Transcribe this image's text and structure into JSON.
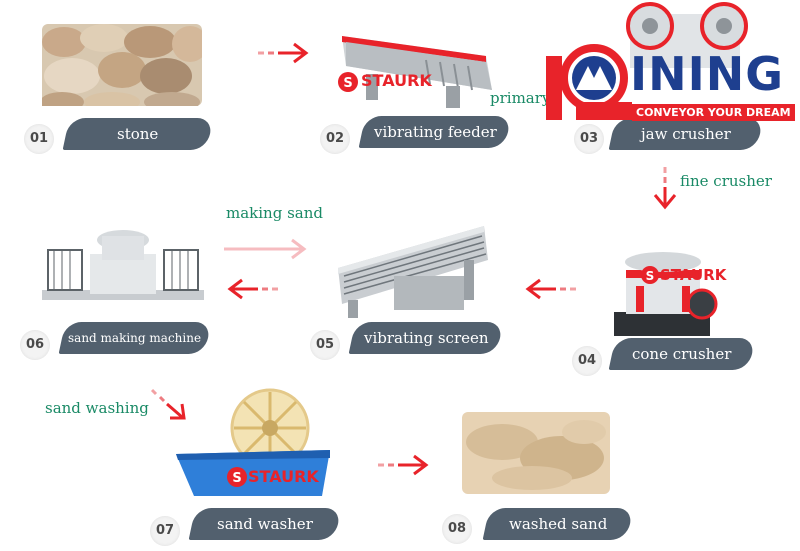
{
  "steps": [
    {
      "num": "01",
      "label": "stone"
    },
    {
      "num": "02",
      "label": "vibrating feeder"
    },
    {
      "num": "03",
      "label": "jaw crusher"
    },
    {
      "num": "04",
      "label": "cone crusher"
    },
    {
      "num": "05",
      "label": "vibrating screen"
    },
    {
      "num": "06",
      "label": "sand making machine"
    },
    {
      "num": "07",
      "label": "sand washer"
    },
    {
      "num": "08",
      "label": "washed sand"
    }
  ],
  "arrow_labels": {
    "primary": "primary",
    "fine": "fine crusher",
    "making": "making sand",
    "washing": "sand washing"
  },
  "brand": {
    "machine_logo": "STAURK",
    "watermark_title": "INING",
    "watermark_tagline": "CONVEYOR YOUR DREAM"
  },
  "colors": {
    "label_bg": "#52606e",
    "arrow": "#e8232a",
    "arrow_text": "#1a8a66",
    "brand_red": "#e8232a",
    "watermark_blue": "#1e3f8f"
  }
}
